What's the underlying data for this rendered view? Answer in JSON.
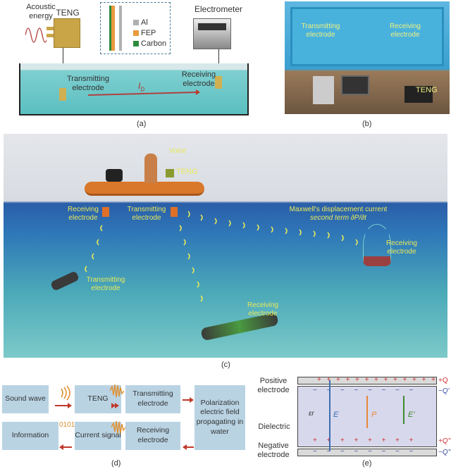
{
  "panel_a": {
    "caption": "(a)",
    "acoustic_energy": "Acoustic energy",
    "teng": "TENG",
    "legend": [
      "Al",
      "FEP",
      "Carbon"
    ],
    "legend_colors": [
      "#b0b0b0",
      "#e89a3c",
      "#2e8b3e"
    ],
    "electrometer": "Electrometer",
    "transmitting": "Transmitting electrode",
    "receiving": "Receiving electrode",
    "current": "I",
    "current_sub": "D"
  },
  "panel_b": {
    "caption": "(b)",
    "transmitting": "Transmitting electrode",
    "receiving": "Receiving electrode",
    "teng": "TENG"
  },
  "panel_c": {
    "caption": "(c)",
    "voice": "Voice",
    "teng": "TENG",
    "receiving_boat": "Receiving electrode",
    "transmitting_boat": "Transmitting electrode",
    "maxwell_line1": "Maxwell's displacement current",
    "maxwell_line2": "second term ∂P/∂t",
    "receiving_buoy": "Receiving electrode",
    "transmitting_diver": "Transmitting electrode",
    "receiving_diver": "Receiving electrode"
  },
  "panel_d": {
    "caption": "(d)",
    "boxes": [
      "Sound wave",
      "TENG",
      "Transmitting electrode",
      "Polarization electric field propagating in water",
      "Receiving electrode",
      "Current signal",
      "Information"
    ],
    "bits": "0101"
  },
  "panel_e": {
    "caption": "(e)",
    "positive_electrode": "Positive electrode",
    "dielectric": "Dielectric",
    "negative_electrode": "Negative electrode",
    "epsilon": "εr",
    "E": "E",
    "P": "P",
    "E_prime": "E'",
    "charges": [
      "+Q",
      "−Q'",
      "+Q\"",
      "−Q\""
    ],
    "colors": {
      "E": "#3a6fb0",
      "P": "#e8873a",
      "E_prime": "#3f8a2e",
      "plus": "#d03030",
      "minus": "#3a4fa0"
    }
  }
}
